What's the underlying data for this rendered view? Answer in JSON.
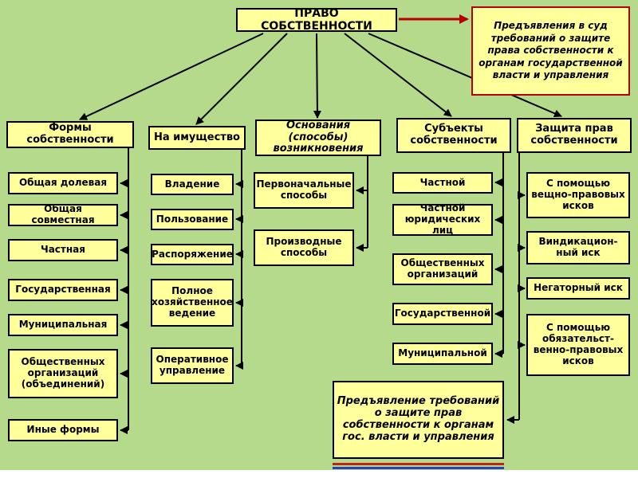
{
  "title": "ПРАВО СОБСТВЕННОСТИ",
  "top_right_note": "Предъявления в суд требований о защите права собственности к органам государственной власти и управления",
  "bottom_note": "Предъявление требований о защите прав собственности к органам гос. власти и управления",
  "colors": {
    "background": "#b5da8c",
    "box_fill": "#ffff9c",
    "box_border": "#000000",
    "accent_red": "#b40000",
    "deco_red": "#c21f1f",
    "deco_blue": "#2a3fc2"
  },
  "columns": [
    {
      "header": "Формы собственности",
      "items": [
        "Общая долевая",
        "Общая совместная",
        "Частная",
        "Государственная",
        "Муниципальная",
        "Общественных организаций (объединений)",
        "Иные формы"
      ]
    },
    {
      "header": "На имущество",
      "items": [
        "Владение",
        "Пользование",
        "Распоряжение",
        "Полное хозяйственное ведение",
        "Оперативное управление"
      ]
    },
    {
      "header": "Основания (способы) возникновения",
      "items": [
        "Первоначальные способы",
        "Производные способы"
      ]
    },
    {
      "header": "Субъекты собственности",
      "items": [
        "Частной",
        "Частной юридических лиц",
        "Общественных организаций",
        "Государственной",
        "Муниципальной"
      ]
    },
    {
      "header": "Защита прав собственности",
      "items": [
        "С помощью вещно-правовых исков",
        "Виндикацион-ный иск",
        "Негаторный иск",
        "С помощью обязательст-венно-правовых исков"
      ]
    }
  ]
}
